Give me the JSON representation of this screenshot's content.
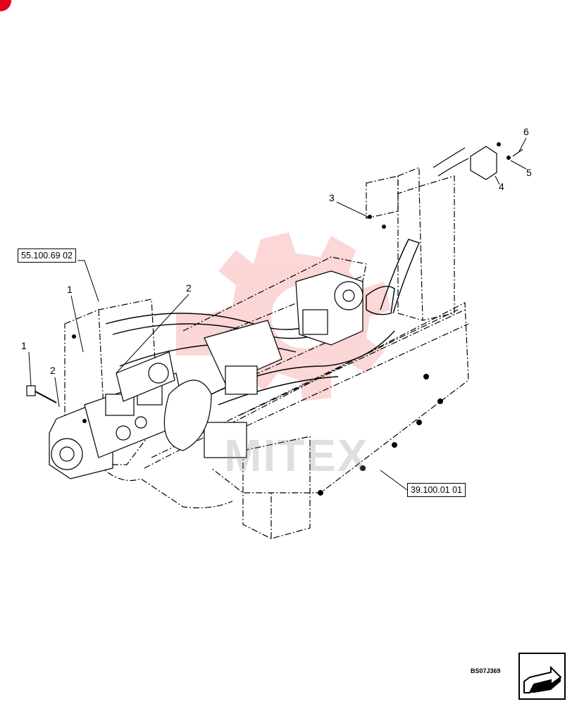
{
  "callouts": {
    "c1_left": "1",
    "c1_mid": "1",
    "c2_left": "2",
    "c2_mid": "2",
    "c3": "3",
    "c4": "4",
    "c5": "5",
    "c6": "6"
  },
  "references": {
    "upper": "55.100.69 02",
    "lower": "39.100.01 01"
  },
  "drawing_code": "BS07J369",
  "watermark": "MITEX",
  "colors": {
    "line": "#000000",
    "watermark": "#ee4b4b",
    "corner": "#e3001b"
  }
}
